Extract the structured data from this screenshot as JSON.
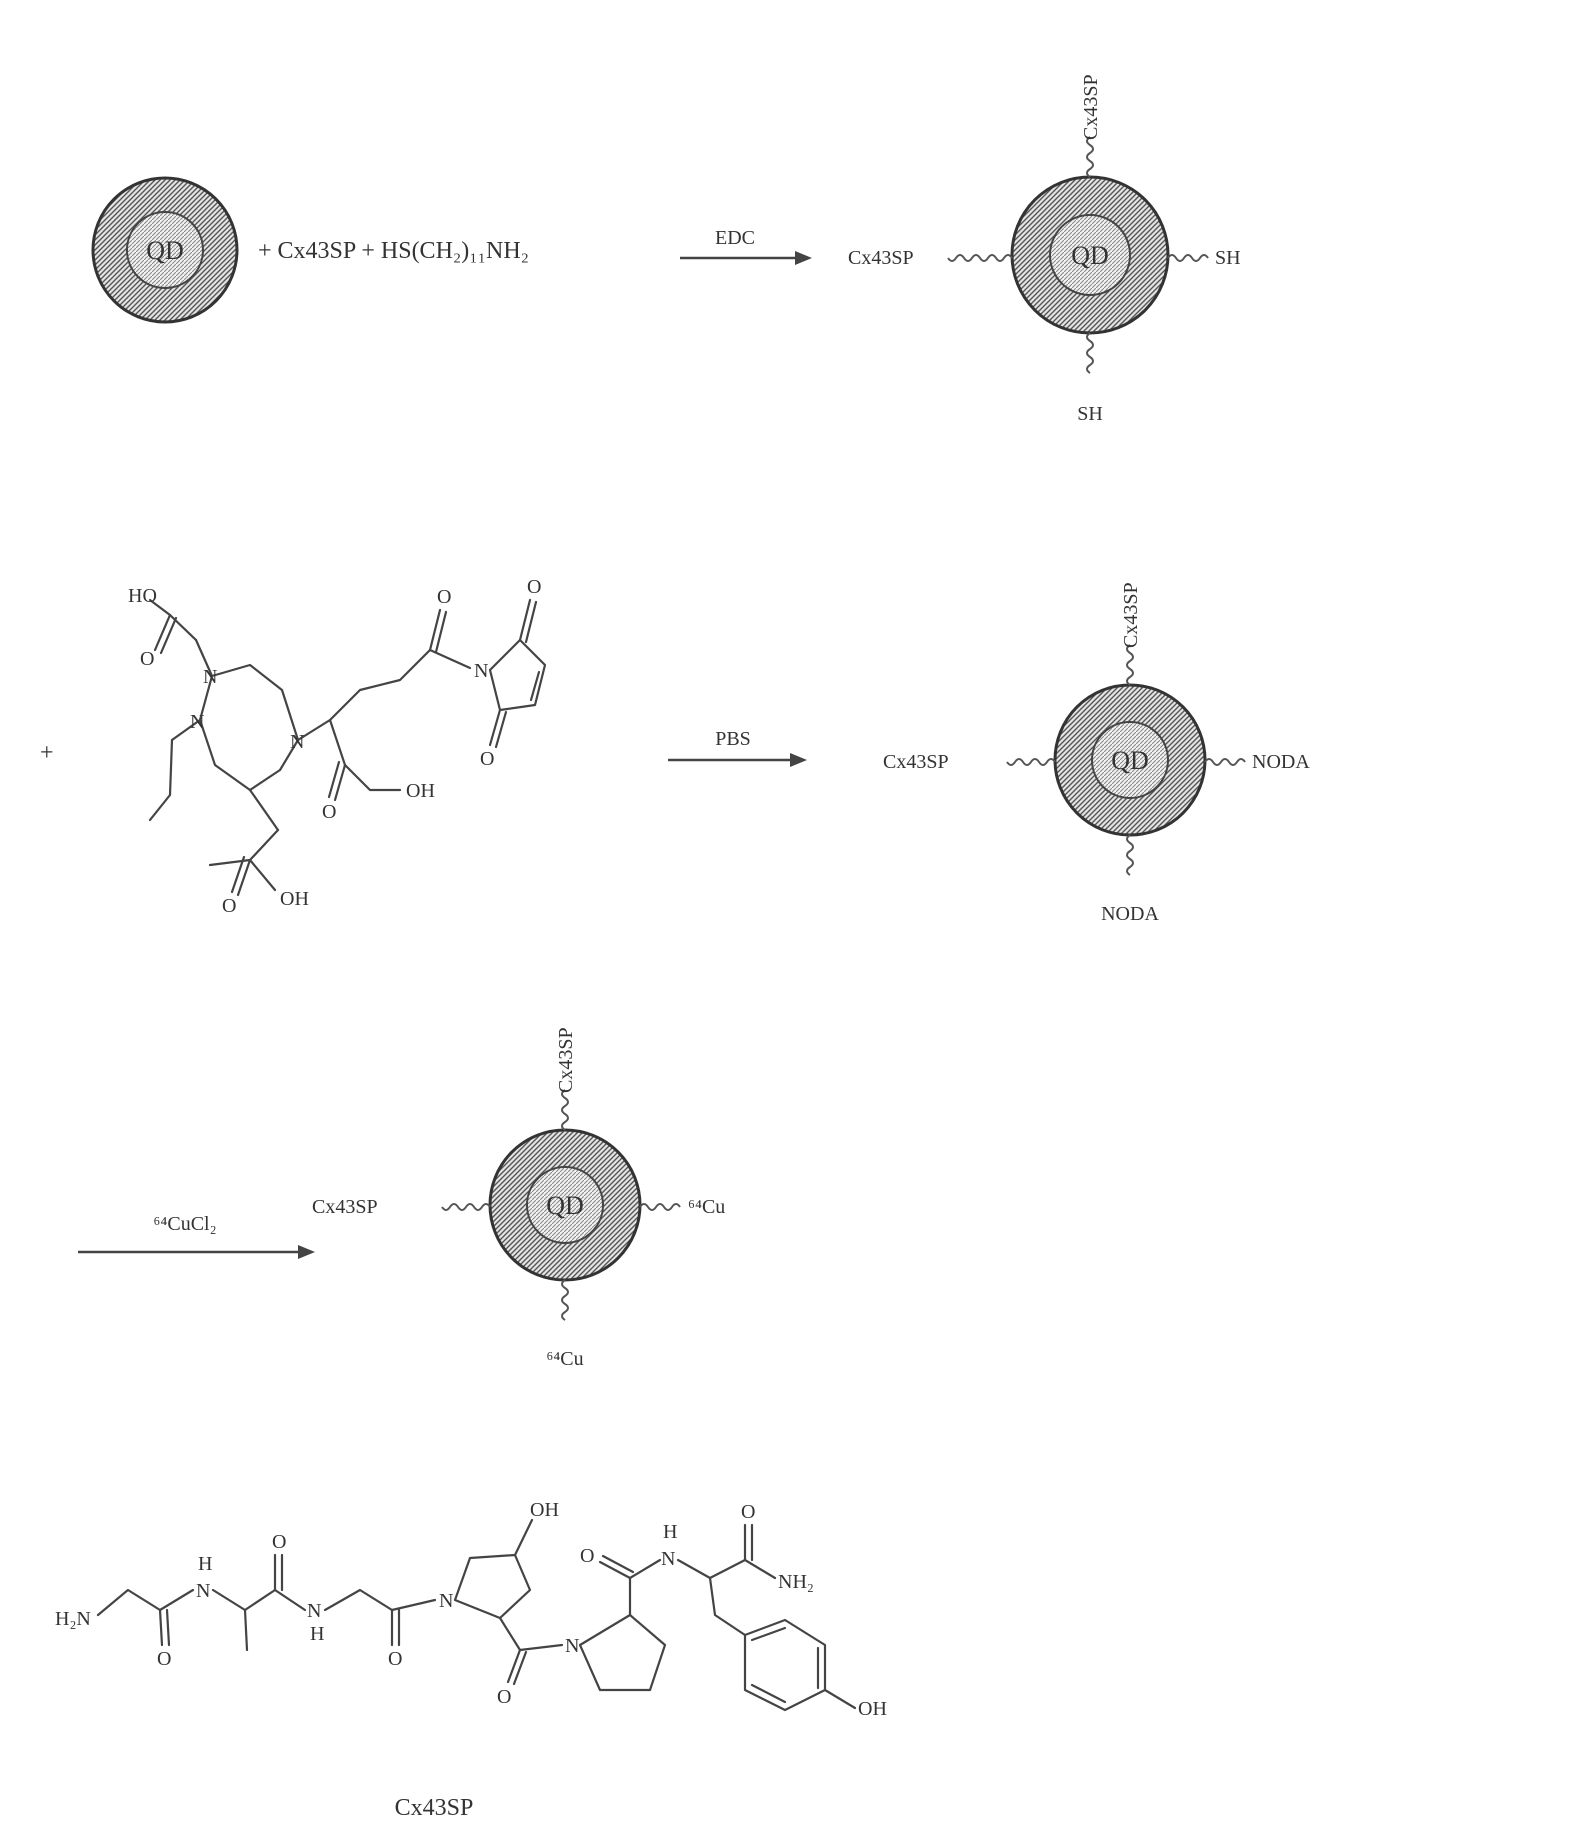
{
  "qd_label": "QD",
  "step1": {
    "reactants": "+ Cx43SP + HS(CH₂)₁₁NH₂",
    "condition": "EDC",
    "product_ligands": {
      "left": "Cx43SP",
      "top": "Cx43SP",
      "right": "SH",
      "bottom": "SH"
    }
  },
  "step2": {
    "plus": "+",
    "condition": "PBS",
    "nodaga_atoms": {
      "ho": "HO",
      "o": "O",
      "n": "N",
      "oh": "OH"
    },
    "product_ligands": {
      "left": "Cx43SP",
      "top": "Cx43SP",
      "right": "NODA",
      "bottom": "NODA"
    }
  },
  "step3": {
    "condition": "⁶⁴CuCl₂",
    "product_ligands": {
      "left": "Cx43SP",
      "top": "Cx43SP",
      "right": "⁶⁴Cu",
      "bottom": "⁶⁴Cu"
    }
  },
  "peptide": {
    "caption": "Cx43SP",
    "atoms": {
      "h2n": "H₂N",
      "h": "H",
      "n": "N",
      "o": "O",
      "oh": "OH",
      "nh2": "NH₂"
    }
  }
}
